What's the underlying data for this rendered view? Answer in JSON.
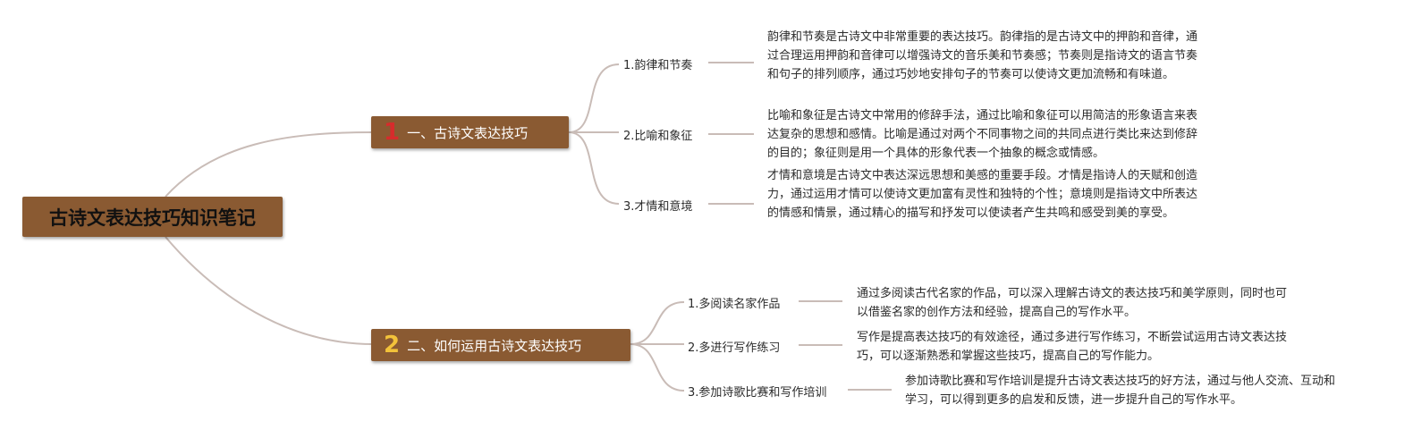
{
  "colors": {
    "node_fill": "#8a5a32",
    "connector": "#c9bcb7",
    "num_1": "#d62c2c",
    "num_2": "#f2c23a"
  },
  "root": {
    "title": "古诗文表达技巧知识笔记"
  },
  "branches": [
    {
      "number": "1",
      "title": "一、古诗文表达技巧",
      "items": [
        {
          "label": "1.韵律和节奏",
          "desc": "韵律和节奏是古诗文中非常重要的表达技巧。韵律指的是古诗文中的押韵和音律，通过合理运用押韵和音律可以增强诗文的音乐美和节奏感；节奏则是指诗文的语言节奏和句子的排列顺序，通过巧妙地安排句子的节奏可以使诗文更加流畅和有味道。"
        },
        {
          "label": "2.比喻和象征",
          "desc": "比喻和象征是古诗文中常用的修辞手法，通过比喻和象征可以用简洁的形象语言来表达复杂的思想和感情。比喻是通过对两个不同事物之间的共同点进行类比来达到修辞的目的；象征则是用一个具体的形象代表一个抽象的概念或情感。"
        },
        {
          "label": "3.才情和意境",
          "desc": "才情和意境是古诗文中表达深远思想和美感的重要手段。才情是指诗人的天赋和创造力，通过运用才情可以使诗文更加富有灵性和独特的个性；意境则是指诗文中所表达的情感和情景，通过精心的描写和抒发可以使读者产生共鸣和感受到美的享受。"
        }
      ]
    },
    {
      "number": "2",
      "title": "二、如何运用古诗文表达技巧",
      "items": [
        {
          "label": "1.多阅读名家作品",
          "desc": "通过多阅读古代名家的作品，可以深入理解古诗文的表达技巧和美学原则，同时也可以借鉴名家的创作方法和经验，提高自己的写作水平。"
        },
        {
          "label": "2.多进行写作练习",
          "desc": "写作是提高表达技巧的有效途径，通过多进行写作练习，不断尝试运用古诗文表达技巧，可以逐渐熟悉和掌握这些技巧，提高自己的写作能力。"
        },
        {
          "label": "3.参加诗歌比赛和写作培训",
          "desc": "参加诗歌比赛和写作培训是提升古诗文表达技巧的好方法，通过与他人交流、互动和学习，可以得到更多的启发和反馈，进一步提升自己的写作水平。"
        }
      ]
    }
  ]
}
